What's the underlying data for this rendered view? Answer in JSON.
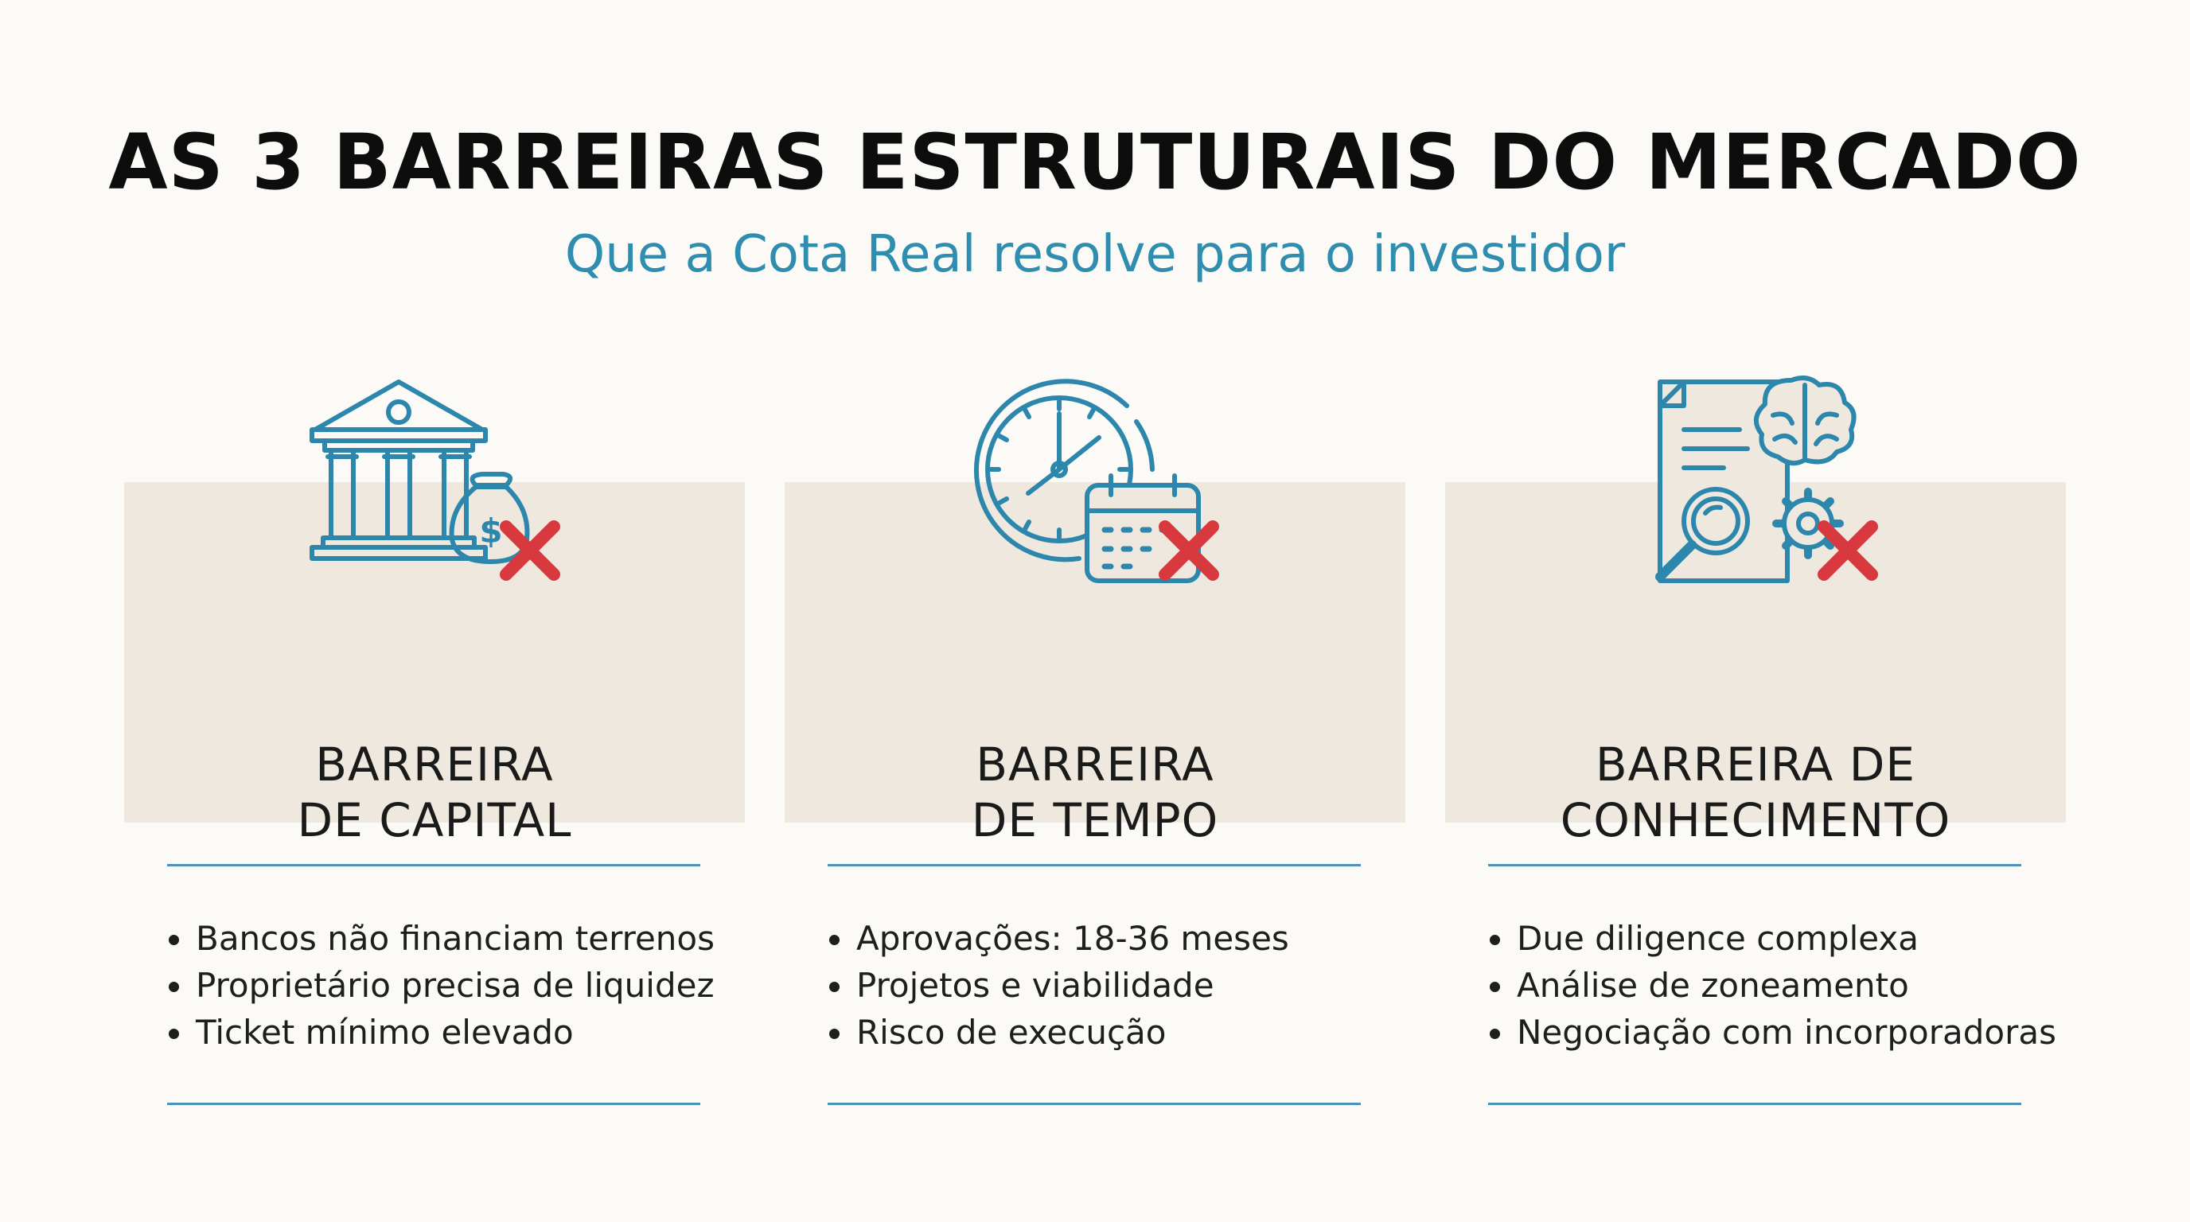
{
  "header": {
    "title": "AS 3 BARREIRAS ESTRUTURAIS DO MERCADO",
    "subtitle": "Que a Cota Real resolve para o investidor"
  },
  "colors": {
    "accent": "#2f8db0",
    "icon_stroke": "#2d87ad",
    "cross": "#d8393f",
    "card_background": "#efe8de",
    "divider": "#4b93b8"
  },
  "barriers": [
    {
      "icon": "bank-money-bag-crossed-icon",
      "title_line1": "BARREIRA",
      "title_line2": "DE CAPITAL",
      "bullets": [
        "Bancos não financiam terrenos",
        "Proprietário precisa de liquidez",
        "Ticket mínimo elevado"
      ]
    },
    {
      "icon": "clock-calendar-crossed-icon",
      "title_line1": "BARREIRA",
      "title_line2": "DE TEMPO",
      "bullets": [
        "Aprovações: 18-36 meses",
        "Projetos e viabilidade",
        "Risco de execução"
      ]
    },
    {
      "icon": "document-brain-search-crossed-icon",
      "title_line1": "BARREIRA DE",
      "title_line2": "CONHECIMENTO",
      "bullets": [
        "Due diligence complexa",
        "Análise de zoneamento",
        "Negociação com incorporadoras"
      ]
    }
  ]
}
